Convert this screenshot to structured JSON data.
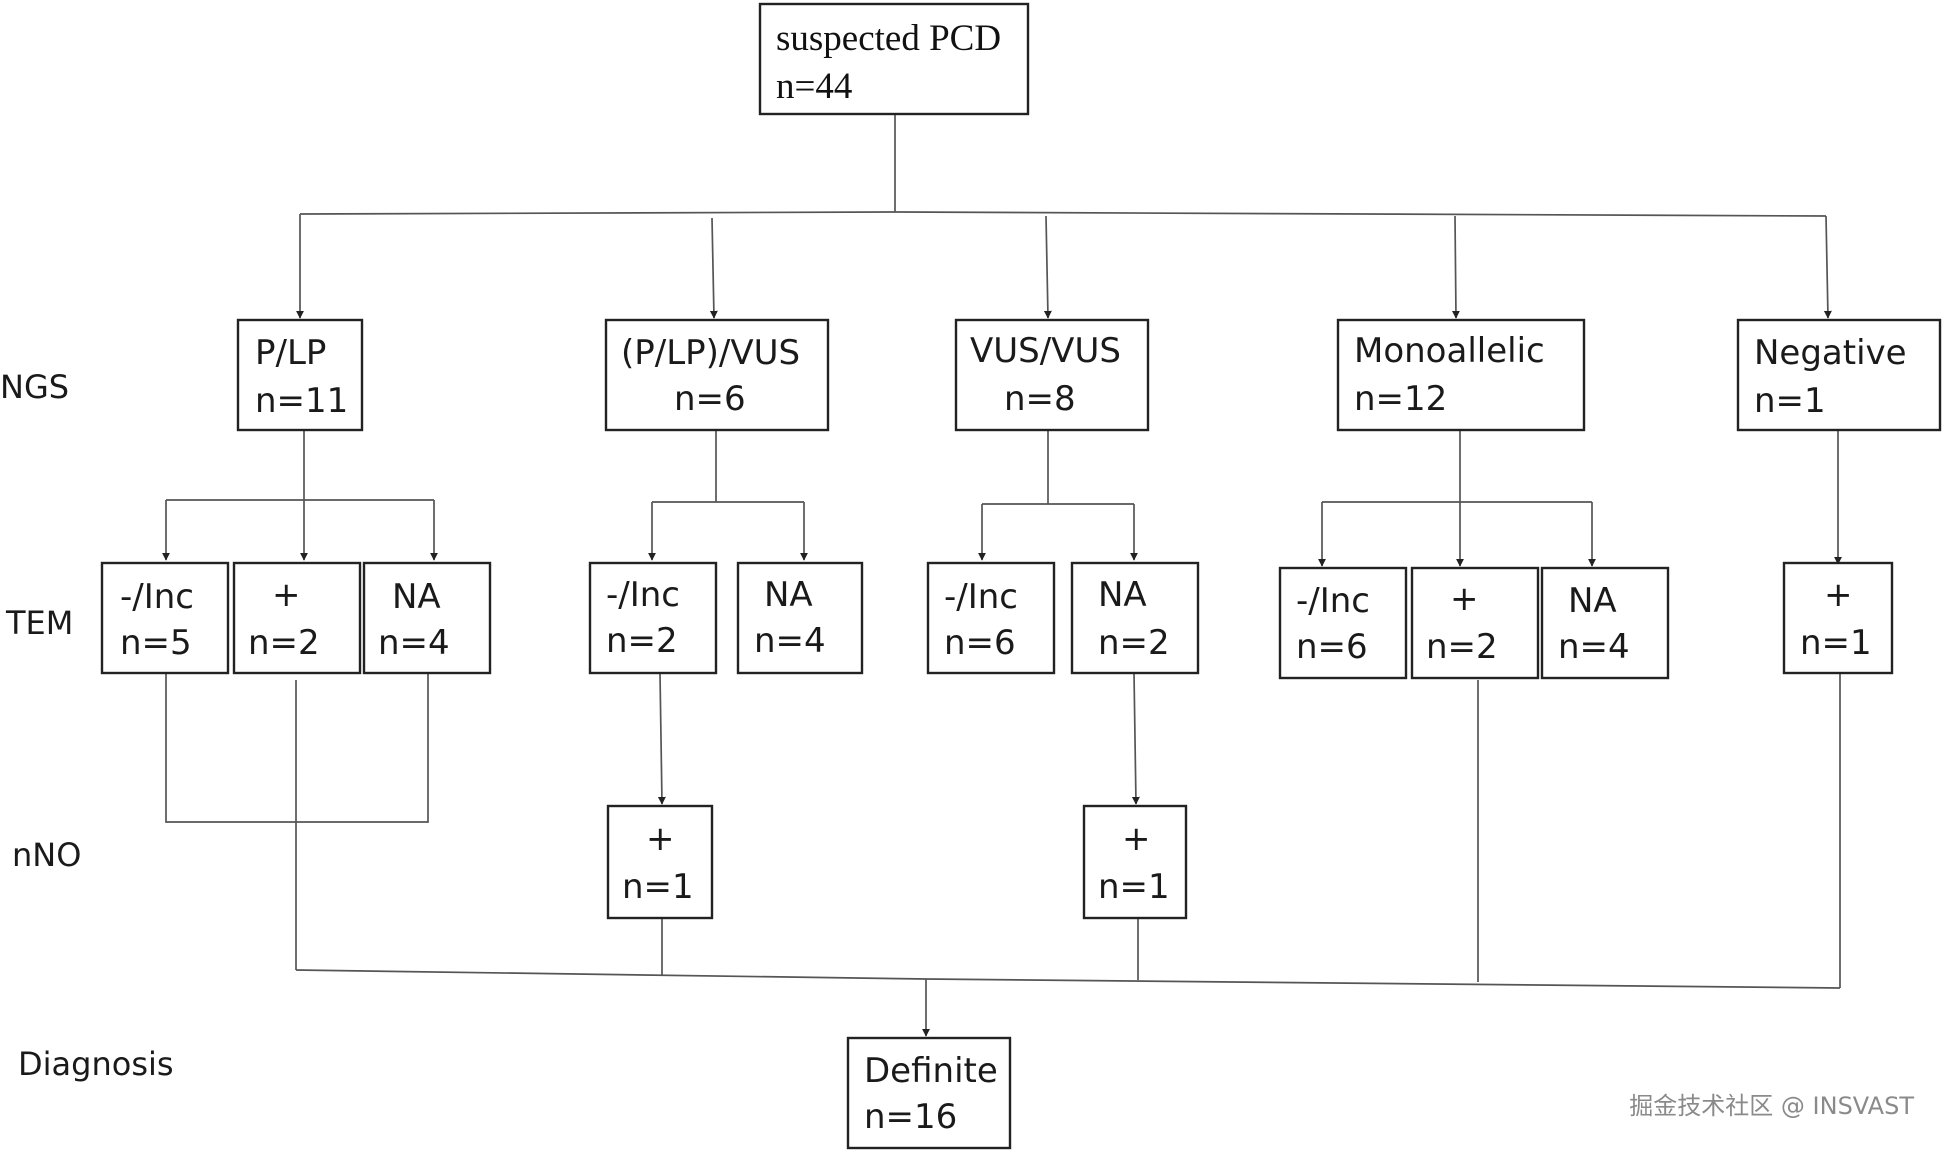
{
  "rows": {
    "ngs": "NGS",
    "tem": "TEM",
    "nno": "nNO",
    "diagnosis": "Diagnosis"
  },
  "root": {
    "label": "suspected PCD",
    "count": "n=44"
  },
  "ngs": {
    "plp": {
      "label": "P/LP",
      "count": "n=11"
    },
    "plpvus": {
      "label": "(P/LP)/VUS",
      "count": "n=6"
    },
    "vusvus": {
      "label": "VUS/VUS",
      "count": "n=8"
    },
    "monoallelic": {
      "label": "Monoallelic",
      "count": "n=12"
    },
    "negative": {
      "label": "Negative",
      "count": "n=1"
    }
  },
  "tem": {
    "plp_neg": {
      "label": "-/Inc",
      "count": "n=5"
    },
    "plp_pos": {
      "label": "+",
      "count": "n=2"
    },
    "plp_na": {
      "label": "NA",
      "count": "n=4"
    },
    "plpvus_neg": {
      "label": "-/Inc",
      "count": "n=2"
    },
    "plpvus_na": {
      "label": "NA",
      "count": "n=4"
    },
    "vus_neg": {
      "label": "-/Inc",
      "count": "n=6"
    },
    "vus_na": {
      "label": "NA",
      "count": "n=2"
    },
    "mono_neg": {
      "label": "-/Inc",
      "count": "n=6"
    },
    "mono_pos": {
      "label": "+",
      "count": "n=2"
    },
    "mono_na": {
      "label": "NA",
      "count": "n=4"
    },
    "neg_pos": {
      "label": "+",
      "count": "n=1"
    }
  },
  "nno": {
    "plpvus_pos": {
      "label": "+",
      "count": "n=1"
    },
    "vus_pos": {
      "label": "+",
      "count": "n=1"
    }
  },
  "diagnosis": {
    "label": "Definite",
    "count": "n=16"
  },
  "watermark": "掘金技术社区 @ INSVAST"
}
